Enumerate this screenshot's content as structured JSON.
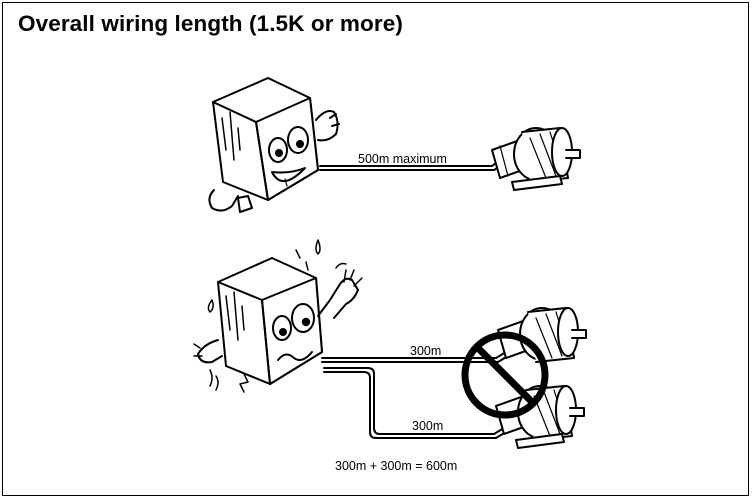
{
  "title": "Overall wiring length (1.5K or more)",
  "labels": {
    "top_length": "500m maximum",
    "upper_branch": "300m",
    "lower_branch": "300m",
    "total": "300m + 300m = 600m"
  }
}
